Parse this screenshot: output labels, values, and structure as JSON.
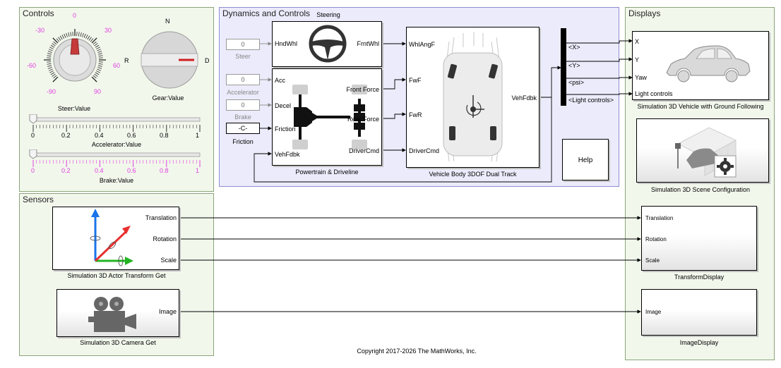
{
  "areas": {
    "controls": "Controls",
    "dynamics": "Dynamics and Controls",
    "displays": "Displays",
    "sensors": "Sensors"
  },
  "steer_knob": {
    "ticks": [
      "-30",
      "0",
      "30",
      "-60",
      "60",
      "-90",
      "90"
    ],
    "label": "Steer:Value"
  },
  "gear": {
    "positions": [
      "N",
      "R",
      "D"
    ],
    "label": "Gear:Value"
  },
  "accelerator_slider": {
    "ticks": [
      "0",
      "0.2",
      "0.4",
      "0.6",
      "0.8",
      "1"
    ],
    "label": "Accelerator:Value",
    "value": 0
  },
  "brake_slider": {
    "ticks": [
      "0",
      "0.2",
      "0.4",
      "0.6",
      "0.8",
      "1"
    ],
    "label": "Brake:Value",
    "value": 0
  },
  "constants": {
    "steer": {
      "value": "0",
      "label": "Steer"
    },
    "accelerator": {
      "value": "0",
      "label": "Accelerator"
    },
    "brake": {
      "value": "0",
      "label": "Brake"
    },
    "friction": {
      "value": "-C-",
      "label": "Friction"
    }
  },
  "steering_block": {
    "title": "Steering",
    "in_port": "HndWhl",
    "out_port": "FrntWhl"
  },
  "powertrain_block": {
    "name": "Powertrain & Driveline",
    "in_ports": [
      "Acc",
      "Decel",
      "Friction",
      "VehFdbk"
    ],
    "out_ports": [
      "Front Force",
      "Rear Force",
      "DriverCmd"
    ]
  },
  "vehicle_body_block": {
    "name": "Vehicle Body 3DOF Dual Track",
    "in_ports": [
      "WhlAngF",
      "FwF",
      "FwR",
      "DriverCmd"
    ],
    "out_port": "VehFdbk"
  },
  "bus_selector": {
    "signals": [
      "<X>",
      "<Y>",
      "<psi>",
      "<Light controls>"
    ]
  },
  "help_block": {
    "label": "Help"
  },
  "vehicle_3d_block": {
    "name": "Simulation 3D Vehicle with Ground Following",
    "in_ports": [
      "X",
      "Y",
      "Yaw",
      "Light controls"
    ]
  },
  "scene_config_block": {
    "name": "Simulation 3D Scene Configuration"
  },
  "actor_transform_block": {
    "name": "Simulation 3D Actor Transform Get",
    "out_ports": [
      "Translation",
      "Rotation",
      "Scale"
    ]
  },
  "camera_block": {
    "name": "Simulation 3D Camera Get",
    "out_port": "Image"
  },
  "transform_display": {
    "name": "TransformDisplay",
    "in_ports": [
      "Translation",
      "Rotation",
      "Scale"
    ]
  },
  "image_display": {
    "name": "ImageDisplay",
    "in_port": "Image"
  },
  "copyright": "Copyright 2017-2026 The MathWorks, Inc.",
  "colors": {
    "area_green": "#f2f7ec",
    "area_green_border": "#8aa579",
    "area_blue": "#ecebfb",
    "area_blue_border": "#8e8ed2",
    "slider_pink": "#e040e0",
    "axis_blue": "#1a73e8",
    "axis_red": "#e83030",
    "axis_green": "#22b422"
  }
}
